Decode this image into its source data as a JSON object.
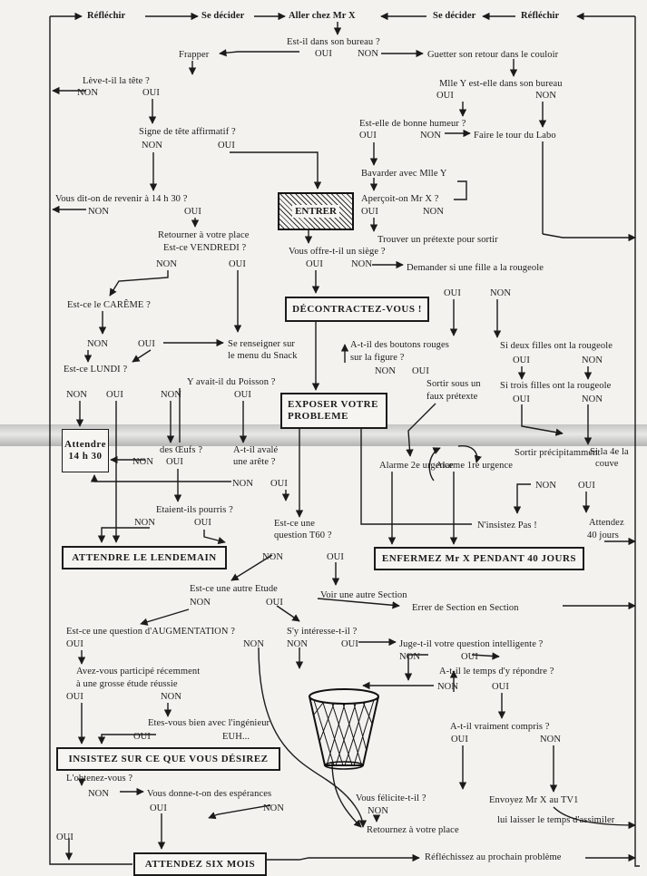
{
  "nodes": [
    {
      "id": "reflechir-left",
      "text": "Réfléchir"
    },
    {
      "id": "se-decider-left",
      "text": "Se décider"
    },
    {
      "id": "aller-chez",
      "text": "Aller chez Mr X"
    },
    {
      "id": "se-decider-right",
      "text": "Se décider"
    },
    {
      "id": "reflechir-right",
      "text": "Réfléchir"
    },
    {
      "id": "bureau-q",
      "text": "Est-il dans son bureau ?"
    },
    {
      "id": "bureau-oui",
      "text": "OUI"
    },
    {
      "id": "bureau-non",
      "text": "NON"
    },
    {
      "id": "frapper",
      "text": "Frapper"
    },
    {
      "id": "guetter",
      "text": "Guetter son retour dans le couloir"
    },
    {
      "id": "leve-tete-q",
      "text": "Lève-t-il la tête ?"
    },
    {
      "id": "leve-non",
      "text": "NON"
    },
    {
      "id": "leve-oui",
      "text": "OUI"
    },
    {
      "id": "mlle-y-q",
      "text": "Mlle Y est-elle dans son bureau"
    },
    {
      "id": "mlle-y-oui",
      "text": "OUI"
    },
    {
      "id": "mlle-y-non",
      "text": "NON"
    },
    {
      "id": "humeur-q",
      "text": "Est-elle de bonne humeur ?"
    },
    {
      "id": "humeur-oui",
      "text": "OUI"
    },
    {
      "id": "humeur-non",
      "text": "NON"
    },
    {
      "id": "tour-labo",
      "text": "Faire le tour du Labo"
    },
    {
      "id": "signe-q",
      "text": "Signe de tête affirmatif ?"
    },
    {
      "id": "signe-non",
      "text": "NON"
    },
    {
      "id": "signe-oui",
      "text": "OUI"
    },
    {
      "id": "bavarder",
      "text": "Bavarder avec Mlle Y"
    },
    {
      "id": "apercoit-q",
      "text": "Aperçoit-on Mr X ?"
    },
    {
      "id": "apercoit-oui",
      "text": "OUI"
    },
    {
      "id": "apercoit-non",
      "text": "NON"
    },
    {
      "id": "revenir-q",
      "text": "Vous dit-on de revenir à 14 h 30 ?"
    },
    {
      "id": "revenir-non",
      "text": "NON"
    },
    {
      "id": "revenir-oui",
      "text": "OUI"
    },
    {
      "id": "entrer",
      "text": "ENTRER"
    },
    {
      "id": "pretexte",
      "text": "Trouver un prétexte pour sortir"
    },
    {
      "id": "retourner-place-1",
      "text": "Retourner à votre place"
    },
    {
      "id": "vendredi-q",
      "text": "Est-ce   VENDREDI ?"
    },
    {
      "id": "vendredi-non",
      "text": "NON"
    },
    {
      "id": "vendredi-oui",
      "text": "OUI"
    },
    {
      "id": "siege-q",
      "text": "Vous offre-t-il un siège ?"
    },
    {
      "id": "siege-oui",
      "text": "OUI"
    },
    {
      "id": "siege-non",
      "text": "NON"
    },
    {
      "id": "rougeole-demander",
      "text": "Demander si une fille a la rougeole"
    },
    {
      "id": "rougeole-oui",
      "text": "OUI"
    },
    {
      "id": "rougeole-non",
      "text": "NON"
    },
    {
      "id": "careme-q",
      "text": "Est-ce le CARÊME ?"
    },
    {
      "id": "decontractez",
      "text": "DÉCONTRACTEZ-VOUS !"
    },
    {
      "id": "careme-non",
      "text": "NON"
    },
    {
      "id": "careme-oui",
      "text": "OUI"
    },
    {
      "id": "snack-1",
      "text": "Se renseigner sur"
    },
    {
      "id": "snack-2",
      "text": "le menu du Snack"
    },
    {
      "id": "boutons-1",
      "text": "A-t-il des boutons rouges"
    },
    {
      "id": "boutons-2",
      "text": "sur  la  figure  ?"
    },
    {
      "id": "deux-filles",
      "text": "Si deux filles ont la rougeole"
    },
    {
      "id": "deux-oui",
      "text": "OUI"
    },
    {
      "id": "deux-non",
      "text": "NON"
    },
    {
      "id": "lundi-q",
      "text": "Est-ce LUNDI ?"
    },
    {
      "id": "boutons-non",
      "text": "NON"
    },
    {
      "id": "boutons-oui",
      "text": "OUI"
    },
    {
      "id": "poisson-q",
      "text": "Y avait-il du Poisson ?"
    },
    {
      "id": "lundi-non",
      "text": "NON"
    },
    {
      "id": "lundi-oui",
      "text": "OUI"
    },
    {
      "id": "poisson-non",
      "text": "NON"
    },
    {
      "id": "poisson-oui",
      "text": "OUI"
    },
    {
      "id": "sortir-faux-1",
      "text": "Sortir sous un"
    },
    {
      "id": "sortir-faux-2",
      "text": "faux prétexte"
    },
    {
      "id": "trois-filles",
      "text": "Si trois filles ont la rougeole"
    },
    {
      "id": "trois-oui",
      "text": "OUI"
    },
    {
      "id": "trois-non",
      "text": "NON"
    },
    {
      "id": "exposer-1",
      "text": "EXPOSER  VOTRE"
    },
    {
      "id": "exposer-2",
      "text": "PROBLEME"
    },
    {
      "id": "attendre-1",
      "text": "Attendre"
    },
    {
      "id": "attendre-2",
      "text": "14 h 30"
    },
    {
      "id": "oeufs-q",
      "text": "des Œufs ?"
    },
    {
      "id": "oeufs-non",
      "text": "NON"
    },
    {
      "id": "oeufs-oui",
      "text": "OUI"
    },
    {
      "id": "arete-1",
      "text": "A-t-il avalé"
    },
    {
      "id": "arete-2",
      "text": "une arête ?"
    },
    {
      "id": "alarme-2",
      "text": "Alarme 2e urgence"
    },
    {
      "id": "alarme-1",
      "text": "Alarme 1re urgence"
    },
    {
      "id": "sortir-precip",
      "text": "Sortir précipitamment"
    },
    {
      "id": "quatrieme-1",
      "text": "Si la 4e la"
    },
    {
      "id": "quatrieme-2",
      "text": "couve"
    },
    {
      "id": "arete-non",
      "text": "NON"
    },
    {
      "id": "arete-oui",
      "text": "OUI"
    },
    {
      "id": "pourris-q",
      "text": "Etaient-ils pourris ?"
    },
    {
      "id": "pourris-non",
      "text": "NON"
    },
    {
      "id": "pourris-oui",
      "text": "OUI"
    },
    {
      "id": "couve-non",
      "text": "NON"
    },
    {
      "id": "couve-oui",
      "text": "OUI"
    },
    {
      "id": "t60-1",
      "text": "Est-ce une"
    },
    {
      "id": "t60-2",
      "text": "question T60 ?"
    },
    {
      "id": "insistez-pas",
      "text": "N'insistez Pas !"
    },
    {
      "id": "attendez-40-1",
      "text": "Attendez"
    },
    {
      "id": "attendez-40-2",
      "text": "40 jours"
    },
    {
      "id": "attendre-lendemain",
      "text": "ATTENDRE  LE  LENDEMAIN"
    },
    {
      "id": "t60-non",
      "text": "NON"
    },
    {
      "id": "t60-oui",
      "text": "OUI"
    },
    {
      "id": "enfermez",
      "text": "ENFERMEZ Mr X PENDANT 40 JOURS"
    },
    {
      "id": "autre-section",
      "text": "Voir une autre Section"
    },
    {
      "id": "autre-etude-q",
      "text": "Est-ce une autre Etude"
    },
    {
      "id": "autre-etude-non",
      "text": "NON"
    },
    {
      "id": "autre-etude-oui",
      "text": "OUI"
    },
    {
      "id": "errer",
      "text": "Errer de Section en Section"
    },
    {
      "id": "augmentation-q",
      "text": "Est-ce une question d'AUGMENTATION ?"
    },
    {
      "id": "interesse-q",
      "text": "S'y intéresse-t-il ?"
    },
    {
      "id": "augmentation-oui",
      "text": "OUI"
    },
    {
      "id": "augmentation-non",
      "text": "NON"
    },
    {
      "id": "interesse-non",
      "text": "NON"
    },
    {
      "id": "interesse-oui",
      "text": "OUI"
    },
    {
      "id": "intelligente-q",
      "text": "Juge-t-il votre question intelligente ?"
    },
    {
      "id": "intelligente-non",
      "text": "NON"
    },
    {
      "id": "intelligente-oui",
      "text": "OUI"
    },
    {
      "id": "participe-1",
      "text": "Avez-vous participé récemment"
    },
    {
      "id": "participe-2",
      "text": "à une grosse étude réussie"
    },
    {
      "id": "temps-q",
      "text": "A-t-il le temps d'y répondre ?"
    },
    {
      "id": "temps-non",
      "text": "NON"
    },
    {
      "id": "temps-oui",
      "text": "OUI"
    },
    {
      "id": "participe-oui",
      "text": "OUI"
    },
    {
      "id": "participe-non",
      "text": "NON"
    },
    {
      "id": "ingenieur-q",
      "text": "Etes-vous bien avec l'ingénieur"
    },
    {
      "id": "ingenieur-oui",
      "text": "OUI"
    },
    {
      "id": "ingenieur-euh",
      "text": "EUH..."
    },
    {
      "id": "compris-q",
      "text": "A-t-il vraiment compris ?"
    },
    {
      "id": "compris-oui",
      "text": "OUI"
    },
    {
      "id": "compris-non",
      "text": "NON"
    },
    {
      "id": "insistez",
      "text": "INSISTEZ SUR CE QUE VOUS DÉSIREZ"
    },
    {
      "id": "obtenez-q",
      "text": "L'obtenez-vous ?"
    },
    {
      "id": "felicite-q",
      "text": "Vous félicite-t-il ?"
    },
    {
      "id": "tv1",
      "text": "Envoyez Mr X au TV1"
    },
    {
      "id": "felicite-non",
      "text": "NON"
    },
    {
      "id": "obtenez-non",
      "text": "NON"
    },
    {
      "id": "esperances-q",
      "text": "Vous donne-t-on des espérances"
    },
    {
      "id": "assimiler",
      "text": "lui laisser le temps d'assimiler"
    },
    {
      "id": "esperances-oui",
      "text": "OUI"
    },
    {
      "id": "esperances-non",
      "text": "NON"
    },
    {
      "id": "retournez-place",
      "text": "Retournez à votre place"
    },
    {
      "id": "obtenez-oui",
      "text": "OUI"
    },
    {
      "id": "attendez-six-mois",
      "text": "ATTENDEZ SIX MOIS"
    },
    {
      "id": "prochain-probleme",
      "text": "Réfléchissez au prochain problème"
    }
  ]
}
